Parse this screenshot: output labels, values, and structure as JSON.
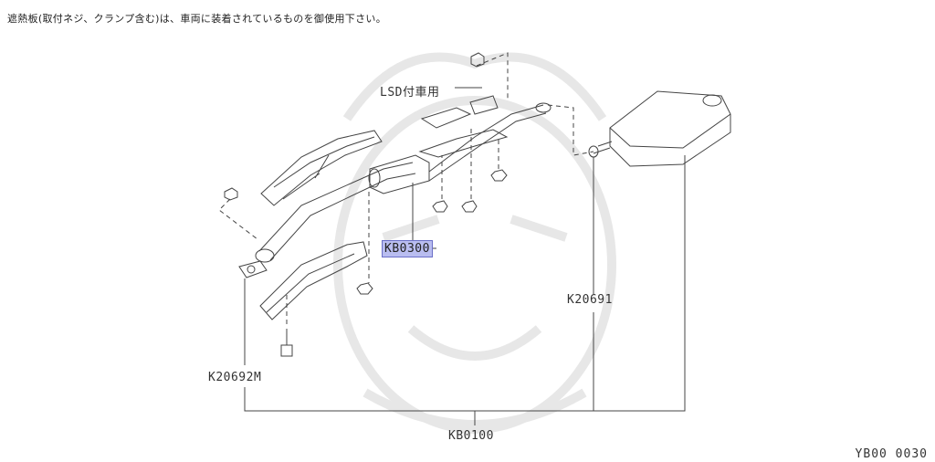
{
  "note": "遮熱板(取付ネジ、クランプ含む)は、車両に装着されているものを御使用下さい。",
  "labels": {
    "lsd": "LSD付車用",
    "kb0300": "KB0300",
    "k20691": "K20691",
    "k20692m": "K20692M",
    "kb0100": "KB0100"
  },
  "figure_id": "YB00 0030",
  "colors": {
    "line": "#444444",
    "highlight": "#b9bdf0",
    "highlight_border": "#6b70c8"
  }
}
